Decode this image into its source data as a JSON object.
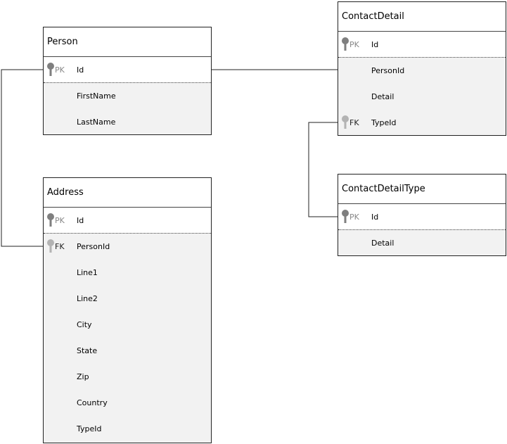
{
  "entities": {
    "person": {
      "title": "Person",
      "pk": {
        "tag": "PK",
        "field": "Id"
      },
      "fields": [
        "FirstName",
        "LastName"
      ]
    },
    "address": {
      "title": "Address",
      "pk": {
        "tag": "PK",
        "field": "Id"
      },
      "fk": {
        "tag": "FK",
        "field": "PersonId"
      },
      "fields": [
        "Line1",
        "Line2",
        "City",
        "State",
        "Zip",
        "Country",
        "TypeId"
      ]
    },
    "contact_detail": {
      "title": "ContactDetail",
      "pk": {
        "tag": "PK",
        "field": "Id"
      },
      "fields": [
        "PersonId",
        "Detail"
      ],
      "fk": {
        "tag": "FK",
        "field": "TypeId"
      }
    },
    "contact_detail_type": {
      "title": "ContactDetailType",
      "pk": {
        "tag": "PK",
        "field": "Id"
      },
      "fields": [
        "Detail"
      ]
    }
  },
  "icons": {
    "pk_key": "key-icon",
    "fk_key": "key-icon"
  },
  "colors": {
    "pk_key": "#7f7f7f",
    "fk_key": "#b3b3b3",
    "body_fill": "#f2f2f2"
  }
}
